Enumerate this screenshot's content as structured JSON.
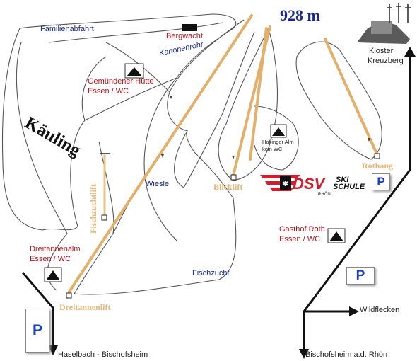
{
  "peak": {
    "elevation": "928 m"
  },
  "mountain_name": "Käuling",
  "slopes": [
    {
      "id": "familienabfahrt",
      "label": "Familienabfahrt"
    },
    {
      "id": "kanonenrohr",
      "label": "Kanonenrohr"
    },
    {
      "id": "wiesle",
      "label": "Wiesle"
    },
    {
      "id": "fischzucht",
      "label": "Fischzucht"
    }
  ],
  "lifts": [
    {
      "id": "dreitannenlift",
      "label": "Dreitannenlift"
    },
    {
      "id": "fischzuchtlift",
      "label": "Fischzuchtlift"
    },
    {
      "id": "blicklift",
      "label": "Blicklift"
    },
    {
      "id": "rothang",
      "label": "Rothang"
    }
  ],
  "huts": {
    "bergwacht": {
      "label": "Bergwacht"
    },
    "gemuendener": {
      "line1": "Gemündener Hütte",
      "line2": "Essen / WC"
    },
    "haflinger": {
      "line1": "Haflinger Alm",
      "line2": "kein WC"
    },
    "gasthof": {
      "line1": "Gasthof Roth",
      "line2": "Essen / WC"
    },
    "dreitannenalm": {
      "line1": "Dreitannenalm",
      "line2": "Essen / WC"
    }
  },
  "kloster": {
    "line1": "Kloster",
    "line2": "Kreuzberg"
  },
  "ski_school": {
    "logo_text": "DSV",
    "line1": "SKI",
    "line2": "SCHULE",
    "sub": "RHÖN"
  },
  "parking_label": "P",
  "destinations": {
    "wildflecken": "Wildflecken",
    "bischofsheim": "Bischofsheim a.d. Rhön",
    "haselbach": "Haselbach - Bischofsheim"
  },
  "colors": {
    "lift": "#e8b878",
    "slope_outline": "#555555",
    "red_label": "#b0141a",
    "navy_label": "#1a2a8a",
    "parking": "#1a3fc4",
    "dsv_red": "#d21f2b"
  }
}
